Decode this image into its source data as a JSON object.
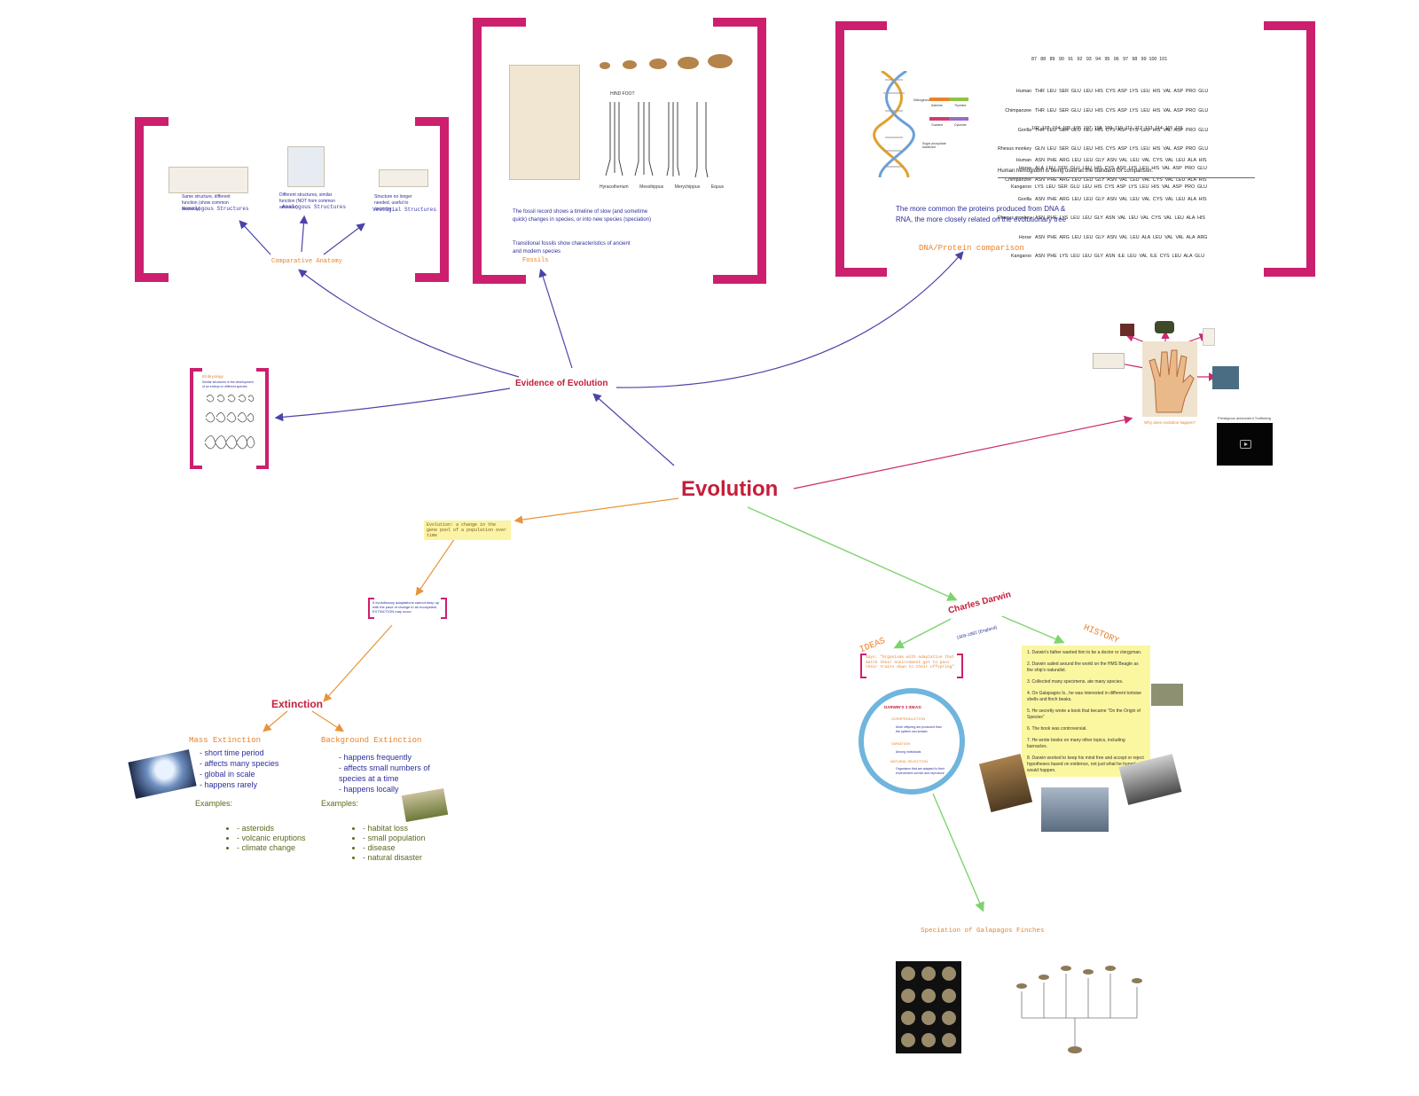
{
  "central": {
    "title": "Evolution",
    "color": "#c41e3a"
  },
  "evidence": {
    "title": "Evidence of Evolution",
    "comparative_anatomy": {
      "label": "Comparative Anatomy",
      "items": [
        {
          "caption": "Same structure, different function (show common ancestry)",
          "label": "Homologous Structures"
        },
        {
          "caption": "Different structures, similar function (NOT from common ancestor)",
          "label": "Analogous Structures"
        },
        {
          "caption": "Structure no longer needed, useful to ancestor",
          "label": "Vestigial Structures"
        }
      ]
    },
    "fossils": {
      "label": "Fossils",
      "text1": "The fossil record shows a timeline of slow (and sometime quick) changes in species, or into new species (speciation)",
      "text2": "Transitional fossils show characteristics of ancient and modern species",
      "limbs": [
        "Hyracotherium",
        "Mesohippus",
        "Merychippus",
        "Equus"
      ],
      "hind_foot": "HIND FOOT"
    },
    "dna": {
      "label": "DNA/Protein comparison",
      "text": "The more common the proteins produced from DNA & RNA, the more closely related on the evolutionary tree",
      "note": "Human hemoglobin is being used as the standard for comparison.",
      "pairs": [
        "Adenine",
        "Thymine",
        "Guanine",
        "Cytosine"
      ],
      "backbone": "Sugar phosphate backbone",
      "nitro": "Nitrogenous",
      "species": [
        "Human",
        "Chimpanzee",
        "Gorilla",
        "Rhesus monkey",
        "Horse",
        "Kangaroo"
      ],
      "header1": "87   88   89   90   91   92   93   94   95   96   97   98   99  100  101",
      "rows1": [
        "THR  LEU  SER  GLU  LEU  HIS  CYS  ASP  LYS  LEU  HIS  VAL  ASP  PRO  GLU",
        "THR  LEU  SER  GLU  LEU  HIS  CYS  ASP  LYS  LEU  HIS  VAL  ASP  PRO  GLU",
        "THR  LEU  SER  GLU  LEU  HIS  CYS  ASP  LYS  LEU  HIS  VAL  ASP  PRO  GLU",
        "GLN  LEU  SER  GLU  LEU  HIS  CYS  ASP  LYS  LEU  HIS  VAL  ASP  PRO  GLU",
        "ALA  LEU  SER  GLU  LEU  HIS  CYS  ASP  LYS  LEU  HIS  VAL  ASP  PRO  GLU",
        "LYS  LEU  SER  GLU  LEU  HIS  CYS  ASP  LYS  LEU  HIS  VAL  ASP  PRO  GLU"
      ],
      "header2": "102  103  104  105  106  107  108  109  110  111  112  113  114  115  116",
      "rows2": [
        "ASN  PHE  ARG  LEU  LEU  GLY  ASN  VAL  LEU  VAL  CYS  VAL  LEU  ALA  HIS",
        "ASN  PHE  ARG  LEU  LEU  GLY  ASN  VAL  LEU  VAL  CYS  VAL  LEU  ALA  HIS",
        "ASN  PHE  ARG  LEU  LEU  GLY  ASN  VAL  LEU  VAL  CYS  VAL  LEU  ALA  HIS",
        "ASN  PHE  LYS  LEU  LEU  GLY  ASN  VAL  LEU  VAL  CYS  VAL  LEU  ALA  HIS",
        "ASN  PHE  ARG  LEU  LEU  GLY  ASN  VAL  LEU  ALA  LEU  VAL  VAL  ALA  ARG",
        "ASN  PHE  LYS  LEU  LEU  GLY  ASN  ILE  LEU  VAL  ILE  CYS  LEU  ALA  GLU"
      ]
    },
    "embryology": {
      "label": "Embryology",
      "caption": "Similar structures in the development of an embryo in different species"
    }
  },
  "adaptation": {
    "label": "Why does evolution happen?",
    "video_caption": "Prestigious antecedent Trafficking"
  },
  "extinction": {
    "definition": "Evolution: a change in the gene pool of a population over time",
    "condition": "If evolutionary adaptations cannot keep up with the pace of change in an ecosystem, EXTINCTION may occur",
    "title": "Extinction",
    "mass": {
      "title": "Mass Extinction",
      "items": [
        "short time period",
        "affects many species",
        "global in scale",
        "happens rarely"
      ],
      "examples_label": "Examples:",
      "examples": [
        "asteroids",
        "volcanic eruptions",
        "climate change"
      ]
    },
    "background": {
      "title": "Background Extinction",
      "items": [
        "happens frequently",
        "affects small numbers of species at a time",
        "happens locally"
      ],
      "examples_label": "Examples:",
      "examples": [
        "habitat loss",
        "small population",
        "disease",
        "natural disaster"
      ]
    }
  },
  "darwin": {
    "title": "Charles Darwin",
    "dates": "1809-1882 (England)",
    "ideas_label": "IDEAS",
    "history_label": "HISTORY",
    "says": "Says: \"Organisms with adaptation that match their environment get to pass their traits down to their offspring\"",
    "circle_title": "DARWIN'S 3 IDEAS:",
    "circle_items": [
      {
        "title": "OVERPRODUCTION",
        "text": "More offspring are produced than the system can sustain"
      },
      {
        "title": "VARIATION",
        "text": "Among individuals"
      },
      {
        "title": "NATURAL SELECTION",
        "text": "Organisms that are adapted to their environment survive and reproduce"
      }
    ],
    "history": [
      "1. Darwin's father wanted him to be a doctor or clergyman.",
      "2. Darwin sailed around the world on the HMS Beagle as the ship's naturalist.",
      "3. Collected many specimens, ate many species.",
      "4. On Galapagos Is., he was interested in different tortoise shells and finch beaks.",
      "5. He secretly wrote a book that became \"On the Origin of Species\"",
      "6. The book was controversial.",
      "7. He wrote books on many other topics, including barnacles.",
      "8. Darwin worked to keep his mind free and accept or reject hypotheses based on evidence, not just what he hoped would happen."
    ],
    "speciation": "Speciation of Galapagos Finches"
  }
}
